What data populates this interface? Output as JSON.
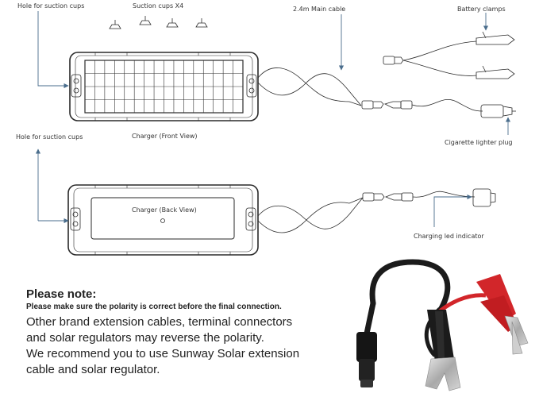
{
  "labels": {
    "hole_top": "Hole for suction cups",
    "suction_cups": "Suction cups X4",
    "main_cable": "2.4m Main cable",
    "battery_clamps": "Battery clamps",
    "front_view": "Charger (Front View)",
    "cigarette_plug": "Cigarette lighter plug",
    "hole_bottom": "Hole for suction cups",
    "back_view": "Charger (Back View)",
    "led_indicator": "Charging led indicator"
  },
  "note": {
    "title": "Please note:",
    "bold_line": "Please make sure the polarity is correct before the final connection.",
    "lines": [
      "Other brand extension cables, terminal connectors",
      "and solar regulators may reverse the polarity.",
      "We recommend you to use Sunway Solar extension",
      "cable and solar regulator."
    ]
  },
  "colors": {
    "line": "#2a2a2a",
    "arrow": "#4a6d8c",
    "clamp_red": "#d2262a",
    "clamp_black": "#1b1b1b",
    "metal": "#b9b9b9"
  }
}
